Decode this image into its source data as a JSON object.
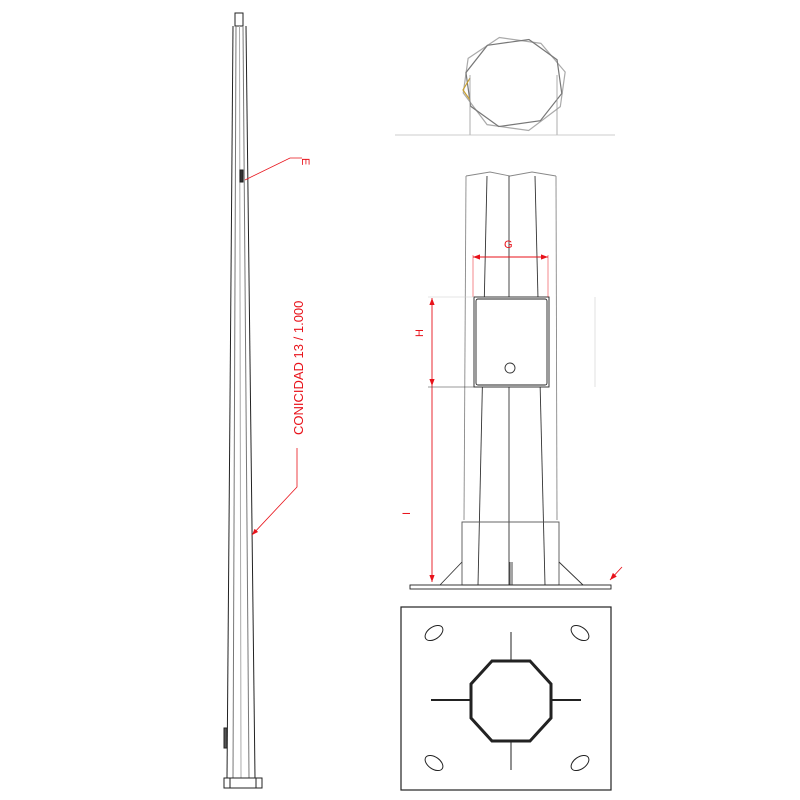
{
  "labels": {
    "e": "E",
    "conicidad": "CONICIDAD 13 / 1.000",
    "g": "G",
    "h": "H",
    "i": "I"
  },
  "colors": {
    "dimension": "#e8121a",
    "line": "#222222",
    "light": "#9a9a9a"
  }
}
